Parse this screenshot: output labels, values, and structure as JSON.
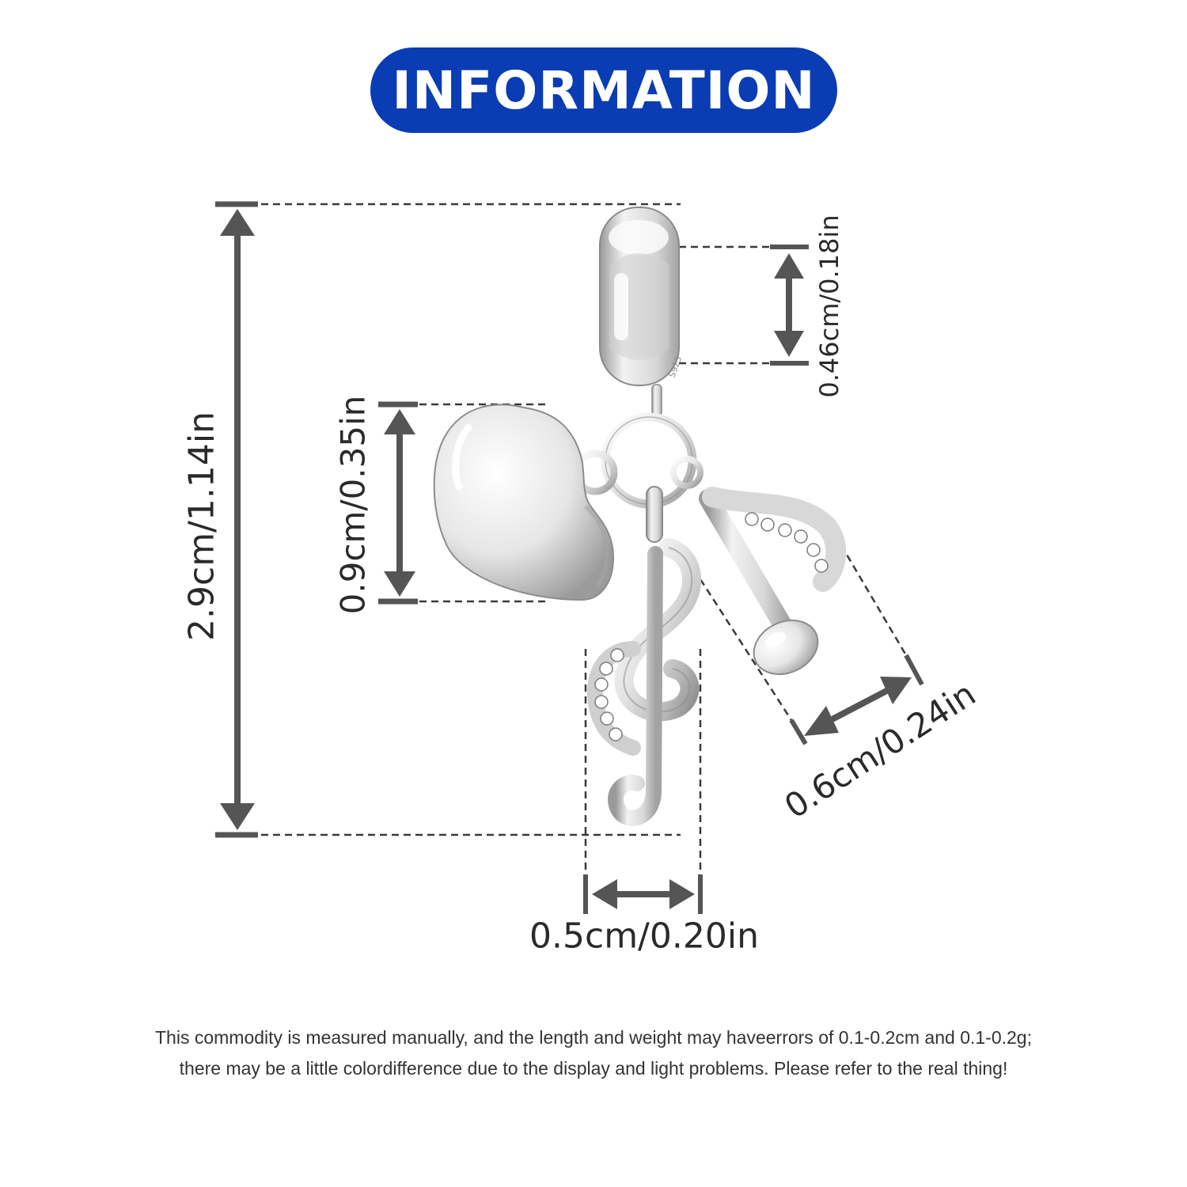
{
  "header": {
    "title": "INFORMATION",
    "color": "#0a3cb3"
  },
  "product": {
    "engraving": "S925",
    "pieces": [
      "bail",
      "heart",
      "treble-clef",
      "music-note"
    ]
  },
  "dimensions": {
    "total_height": "2.9cm/1.14in",
    "heart_height": "0.9cm/0.35in",
    "bail_hole": "0.46cm/0.18in",
    "note_width": "0.6cm/0.24in",
    "clef_width": "0.5cm/0.20in"
  },
  "disclaimer": {
    "line1": "This commodity is measured manually, and the length and weight may haveerrors of 0.1-0.2cm and 0.1-0.2g;",
    "line2": "there may be a little colordifference due to the display and light problems. Please refer to the real thing!"
  }
}
